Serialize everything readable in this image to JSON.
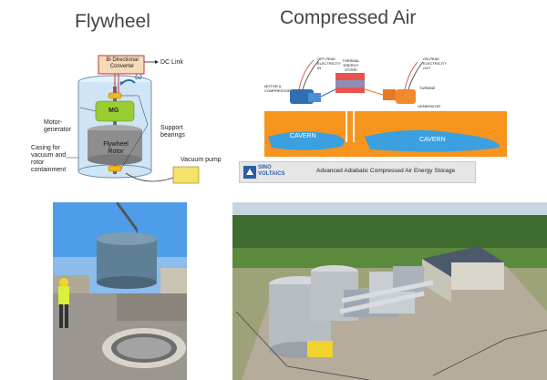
{
  "titles": {
    "flywheel": "Flywheel",
    "compressed_air": "Compressed Air"
  },
  "flywheel_diagram": {
    "converter": "Bi Directional Converter",
    "dc_link": "DC Link",
    "omega": "ω",
    "mg": "MG",
    "motor_generator": "Motor-generator",
    "support_bearings": "Support bearings",
    "flywheel_rotor": "Flywheel Rotor",
    "casing": "Casing for vacuum and rotor containment",
    "vacuum_pump": "Vacuum pump"
  },
  "caes_diagram": {
    "off_peak": "OFF-PEAK ELECTRICITY IN",
    "thermal_store": "THERMAL ENERGY STORE",
    "on_peak": "ON-PEAK ELECTRICITY OUT",
    "motor_compressor": "MOTOR & COMPRESSOR",
    "turbine": "TURBINE",
    "generator": "GENERATOR",
    "cavern_left": "CAVERN",
    "cavern_right": "CAVERN",
    "logo_line1": "SINO",
    "logo_line2": "VOLTAICS",
    "banner": "Advanced Adiabatic Compressed Air Energy Storage"
  },
  "colors": {
    "casing_fill": "#cfe4f5",
    "mg_green": "#9acd32",
    "rotor_gray": "#8e8e8e",
    "bearing_yellow": "#f2b81c",
    "vacuum_yellow": "#f5e26a",
    "ground_orange": "#f7941d",
    "cavern_blue": "#3aa0df",
    "store_red": "#e8524f"
  }
}
